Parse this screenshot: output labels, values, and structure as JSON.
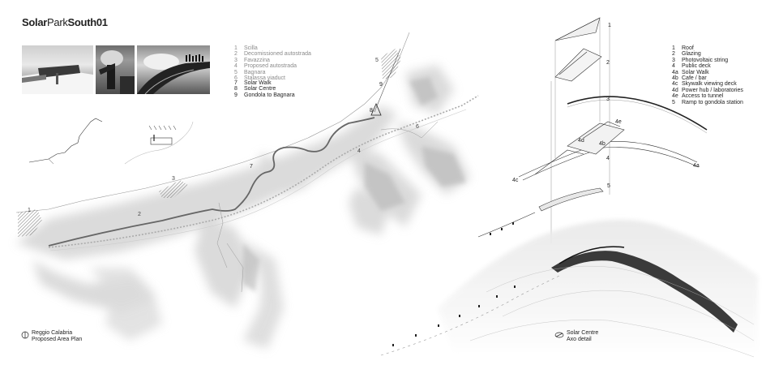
{
  "title": {
    "bold1": "Solar",
    "light": "Park",
    "bold2": "South01"
  },
  "photos": [
    "photo-highway-ruin",
    "photo-dark-figure",
    "photo-viaduct-crowd"
  ],
  "plan_legend": {
    "grey_items": [
      {
        "num": "1",
        "label": "Scilla"
      },
      {
        "num": "2",
        "label": "Decomissioned autostrada"
      },
      {
        "num": "3",
        "label": "Favazzina"
      },
      {
        "num": "4",
        "label": "Proposed autostrada"
      },
      {
        "num": "5",
        "label": "Bagnara"
      },
      {
        "num": "6",
        "label": "Stalassa viaduct"
      }
    ],
    "dark_items": [
      {
        "num": "7",
        "label": "Solar Walk"
      },
      {
        "num": "8",
        "label": "Solar Centre"
      },
      {
        "num": "9",
        "label": "Gondola to Bagnara"
      }
    ]
  },
  "axo_legend": [
    {
      "num": "1",
      "label": "Roof"
    },
    {
      "num": "2",
      "label": "Glazing"
    },
    {
      "num": "3",
      "label": "Photovoltaic string"
    },
    {
      "num": "4",
      "label": "Public deck"
    },
    {
      "num": "4a",
      "label": "Solar Walk"
    },
    {
      "num": "4b",
      "label": "Cafe / bar"
    },
    {
      "num": "4c",
      "label": "Skywalk viewing deck"
    },
    {
      "num": "4d",
      "label": "Power hub / laboratories"
    },
    {
      "num": "4e",
      "label": "Access to tunnel"
    },
    {
      "num": "5",
      "label": "Ramp to gondola station"
    }
  ],
  "plan_caption": {
    "line1": "Reggio Calabria",
    "line2": "Proposed Area Plan"
  },
  "axo_caption": {
    "line1": "Solar Centre",
    "line2": "Axo detail"
  },
  "map_labels": {
    "l1": "1",
    "l2": "2",
    "l3": "3",
    "l4": "4",
    "l5": "5",
    "l6": "6",
    "l7": "7",
    "l8": "8",
    "l9": "9"
  },
  "axo_labels": {
    "a1": "1",
    "a2": "2",
    "a3": "3",
    "a4e": "4e",
    "a4d": "4d",
    "a4b": "4b",
    "a4": "4",
    "a4c": "4c",
    "a4a": "4a",
    "a5": "5"
  }
}
